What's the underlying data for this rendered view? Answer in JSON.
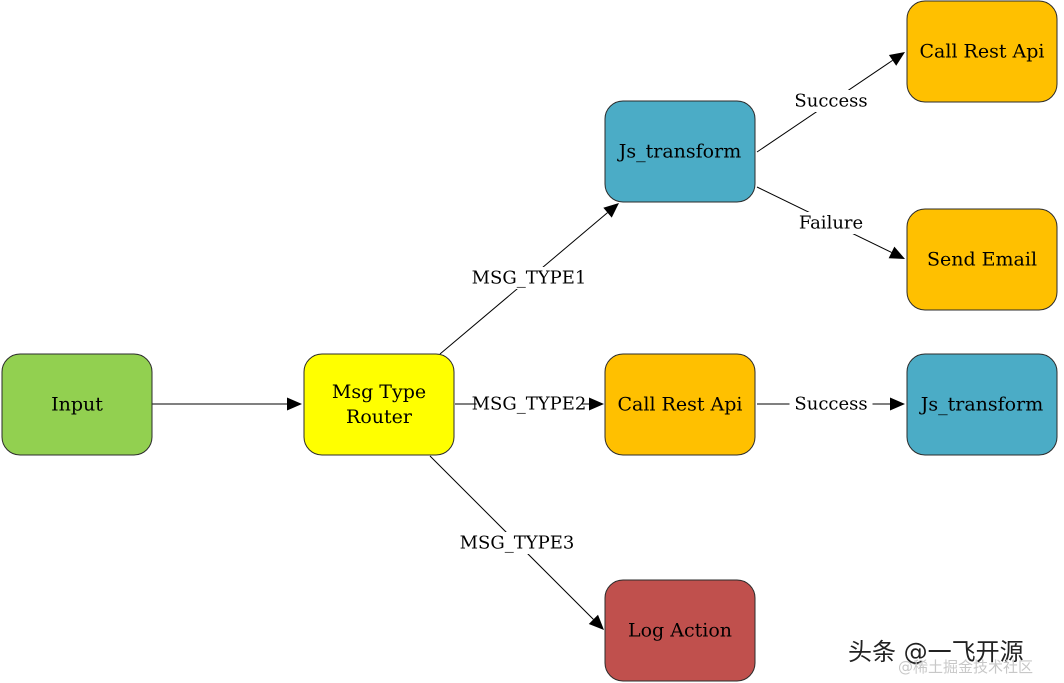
{
  "nodes": {
    "input": {
      "label": "Input",
      "color": "#92d050"
    },
    "router": {
      "label": "Msg Type\nRouter",
      "color": "#ffff00"
    },
    "js1": {
      "label": "Js_transform",
      "color": "#4bacc6"
    },
    "rest1": {
      "label": "Call Rest Api",
      "color": "#ffc000"
    },
    "email": {
      "label": "Send Email",
      "color": "#ffc000"
    },
    "rest2": {
      "label": "Call Rest Api",
      "color": "#ffc000"
    },
    "js2": {
      "label": "Js_transform",
      "color": "#4bacc6"
    },
    "log": {
      "label": "Log Action",
      "color": "#c0504d"
    }
  },
  "edges": [
    {
      "from": "input",
      "to": "router",
      "label": ""
    },
    {
      "from": "router",
      "to": "js1",
      "label": "MSG_TYPE1"
    },
    {
      "from": "router",
      "to": "rest2",
      "label": "MSG_TYPE2"
    },
    {
      "from": "router",
      "to": "log",
      "label": "MSG_TYPE3"
    },
    {
      "from": "js1",
      "to": "rest1",
      "label": "Success"
    },
    {
      "from": "js1",
      "to": "email",
      "label": "Failure"
    },
    {
      "from": "rest2",
      "to": "js2",
      "label": "Success"
    }
  ],
  "watermark": {
    "main": "头条 @一飞开源",
    "sub": "@稀土掘金技术社区"
  }
}
